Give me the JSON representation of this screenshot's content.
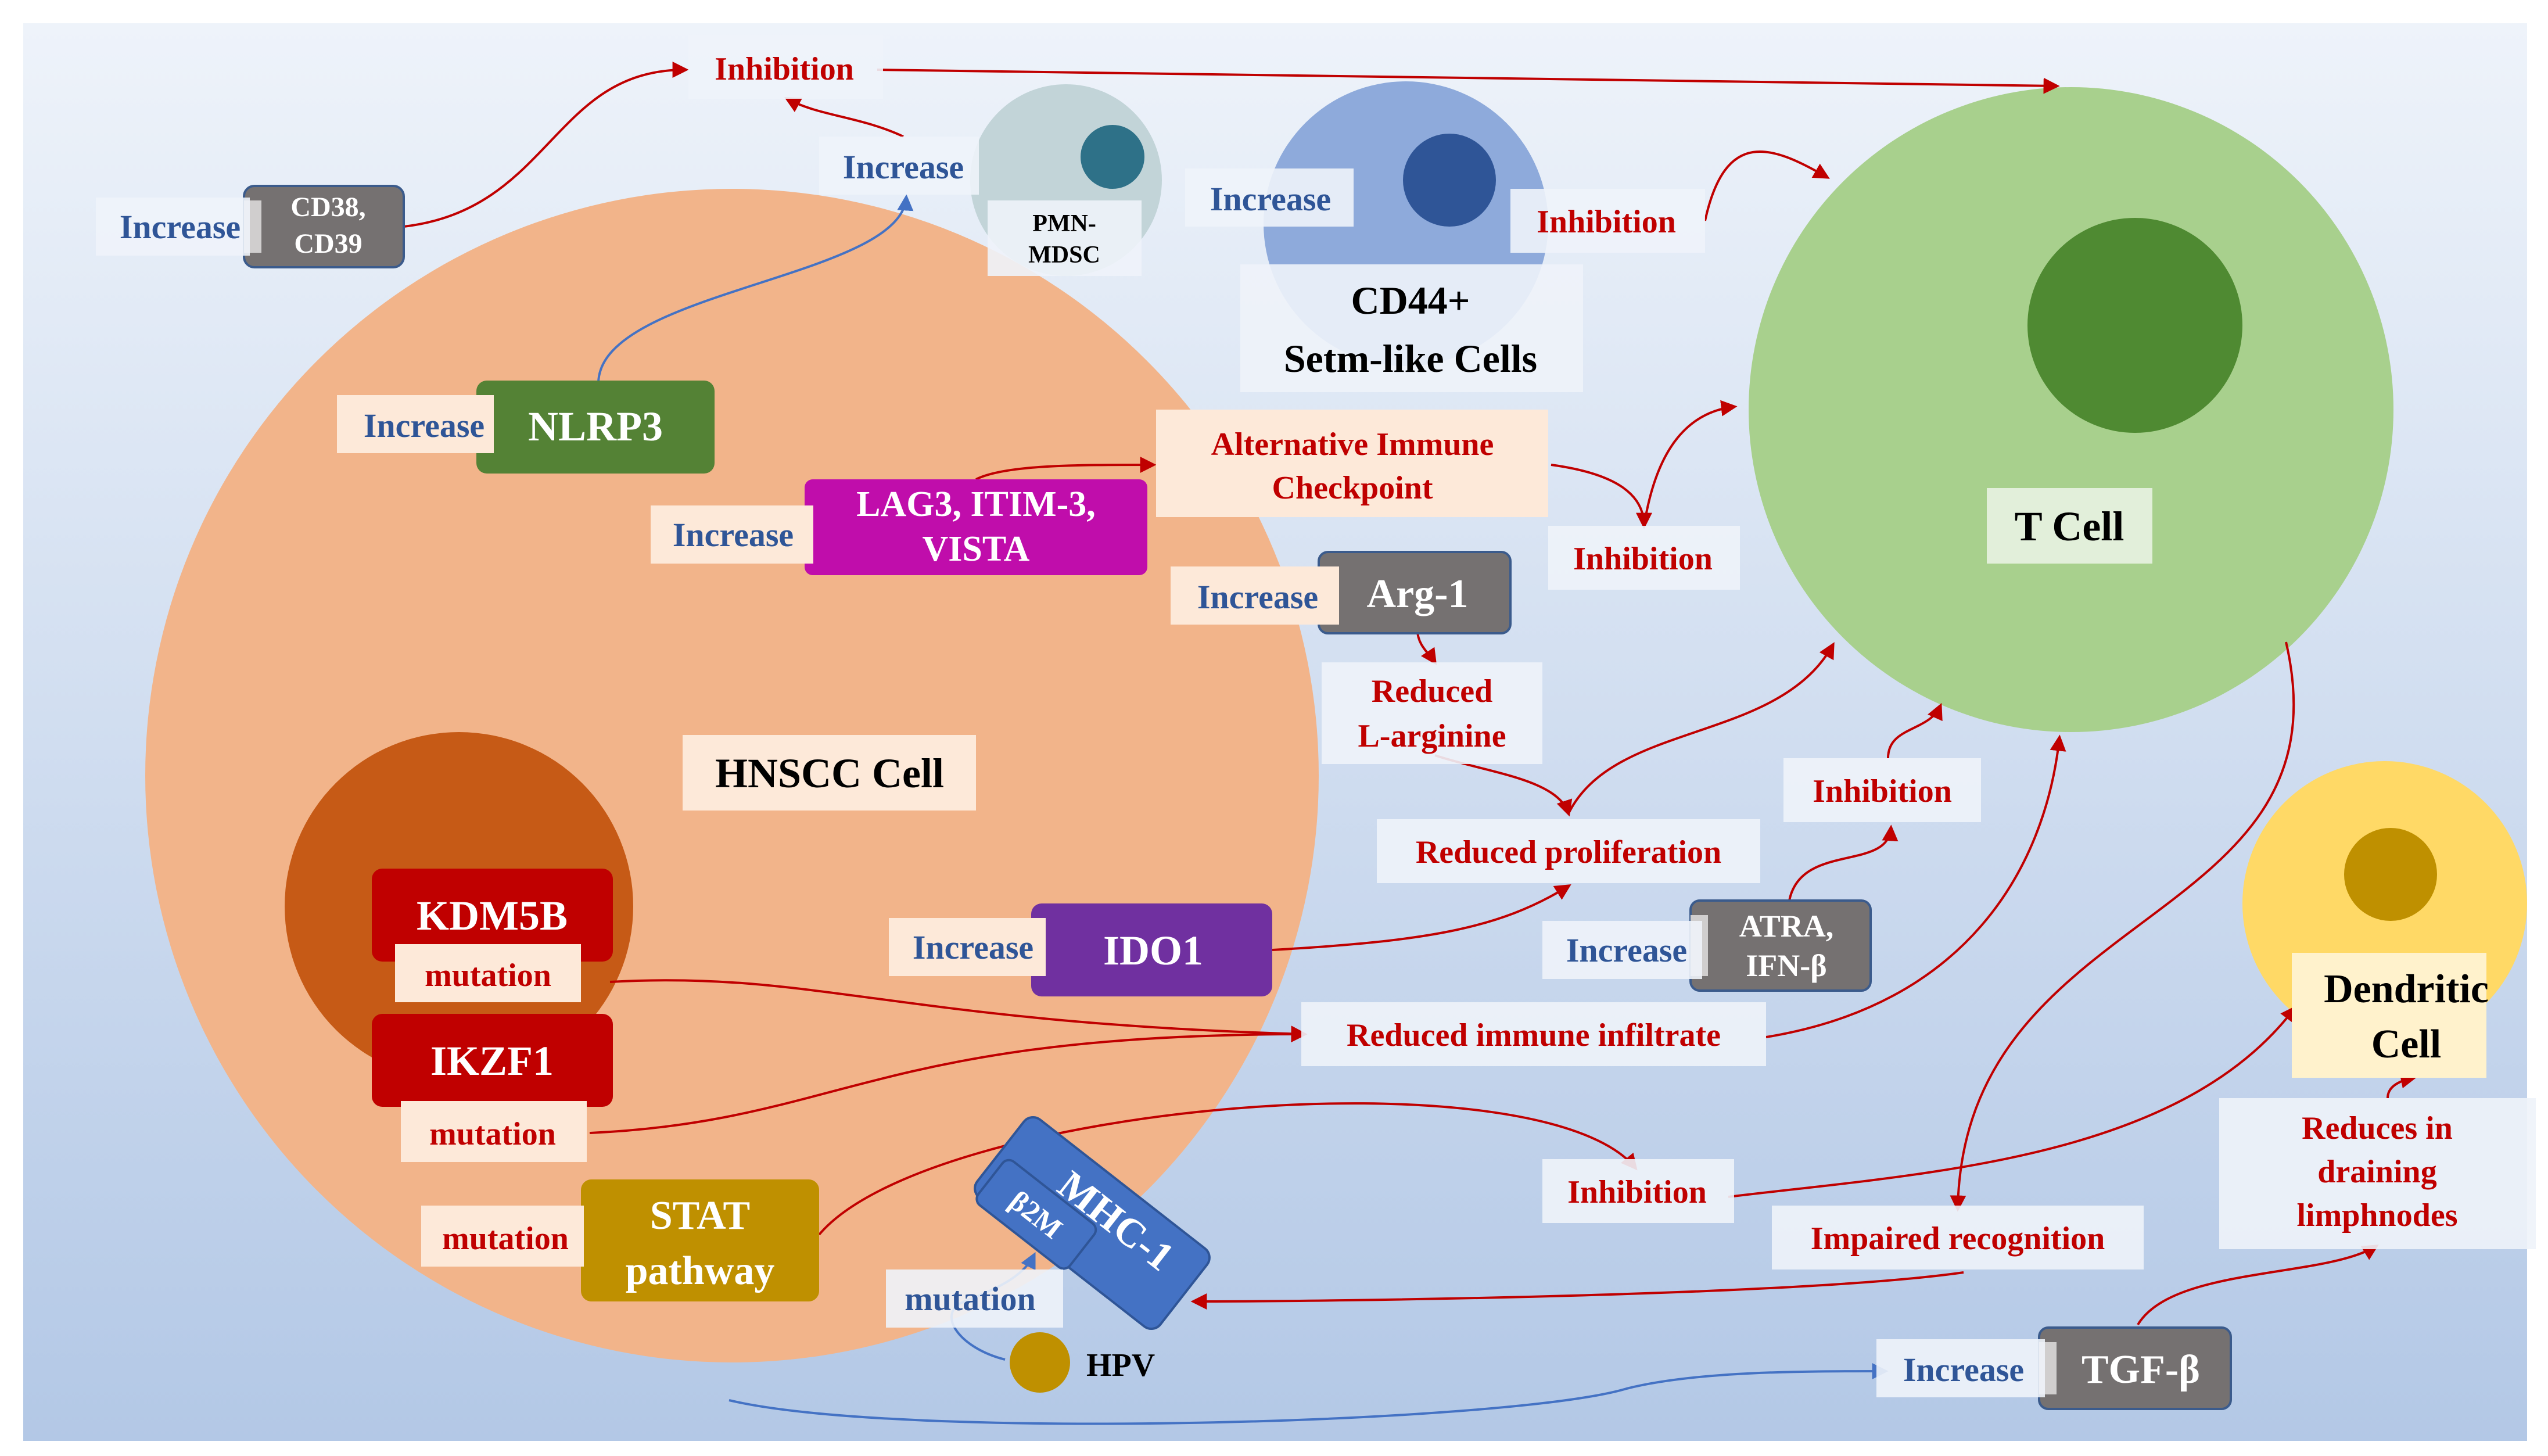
{
  "colors": {
    "background_top": "#eef3fa",
    "background_bottom": "#b3c8e6",
    "hnscc_cell": "#f2b48a",
    "hnscc_nucleus": "#c65a16",
    "t_cell": "#a8d08d",
    "t_cell_nucleus": "#4f8a32",
    "cd44_cell": "#8eaadb",
    "cd44_nucleus": "#2f5597",
    "pmn_cell": "#c2d4d8",
    "pmn_nucleus": "#2e7188",
    "dendritic_cell": "#ffd966",
    "dendritic_nucleus": "#bf9000",
    "red_arrow": "#c00000",
    "blue_arrow": "#4472c4",
    "red_text": "#c00000",
    "blue_text": "#2f5597"
  },
  "cells": {
    "hnscc": "HNSCC Cell",
    "t_cell": "T Cell",
    "cd44_line1": "CD44+",
    "cd44_line2": "Setm-like Cells",
    "pmn_line1": "PMN-",
    "pmn_line2": "MDSC",
    "dendritic_line1": "Dendritic",
    "dendritic_line2": "Cell",
    "hpv": "HPV"
  },
  "boxes": {
    "cd38_line1": "CD38,",
    "cd38_line2": "CD39",
    "nlrp3": "NLRP3",
    "lag3_line1": "LAG3, ITIM-3,",
    "lag3_line2": "VISTA",
    "arg1": "Arg-1",
    "kdm5b": "KDM5B",
    "ikzf1": "IKZF1",
    "ido1": "IDO1",
    "atra_line1": "ATRA,",
    "atra_line2": "IFN-β",
    "stat_line1": "STAT",
    "stat_line2": "pathway",
    "mhc1": "MHC-1",
    "b2m": "β2M",
    "tgfb": "TGF-β"
  },
  "labels": {
    "increase_cd38": "Increase",
    "increase_pmn": "Increase",
    "increase_cd44": "Increase",
    "increase_nlrp3": "Increase",
    "increase_lag3": "Increase",
    "increase_arg1": "Increase",
    "increase_ido1": "Increase",
    "increase_atra": "Increase",
    "increase_tgfb": "Increase",
    "mutation_kdm5b": "mutation",
    "mutation_ikzf1": "mutation",
    "mutation_stat": "mutation",
    "mutation_hpv": "mutation",
    "inhibition_top": "Inhibition",
    "inhibition_cd44": "Inhibition",
    "inhibition_checkpoint": "Inhibition",
    "inhibition_atra": "Inhibition",
    "inhibition_stat": "Inhibition",
    "alt_checkpoint_line1": "Alternative Immune",
    "alt_checkpoint_line2": "Checkpoint",
    "reduced_arginine_line1": "Reduced",
    "reduced_arginine_line2": "L-arginine",
    "reduced_proliferation": "Reduced proliferation",
    "reduced_infiltrate": "Reduced immune infiltrate",
    "impaired_recognition": "Impaired recognition",
    "reduces_line1": "Reduces in",
    "reduces_line2": "draining",
    "reduces_line3": "limphnodes"
  }
}
